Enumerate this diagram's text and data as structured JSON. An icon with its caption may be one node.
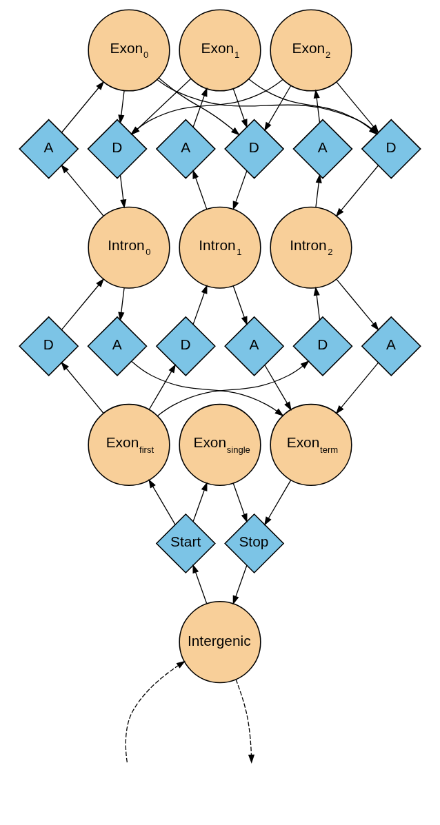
{
  "diagram": {
    "nodes": [
      {
        "text": [
          "Exon$_{0}$"
        ]
      },
      {
        "text": [
          "Exon$_{1}$"
        ]
      },
      {
        "text": [
          "Exon$_{2}$"
        ]
      },
      {
        "text": [
          "A"
        ]
      },
      {
        "text": [
          "D"
        ]
      },
      {
        "text": [
          "A"
        ]
      },
      {
        "text": [
          "D"
        ]
      },
      {
        "text": [
          "A"
        ]
      },
      {
        "text": [
          "D"
        ]
      },
      {
        "text": [
          "Intron$_{0}$"
        ]
      },
      {
        "text": [
          "Intron$_{1}$"
        ]
      },
      {
        "text": [
          "Intron$_{2}$"
        ]
      },
      {
        "text": [
          "D"
        ]
      },
      {
        "text": [
          "A"
        ]
      },
      {
        "text": [
          "D"
        ]
      },
      {
        "text": [
          "A"
        ]
      },
      {
        "text": [
          "D"
        ]
      },
      {
        "text": [
          "A"
        ]
      },
      {
        "text": [
          "Exon$_{first}$"
        ]
      },
      {
        "text": [
          "Exon$_{term}$"
        ]
      },
      {
        "text": [
          "Exon$_{single}$"
        ]
      },
      {
        "text": [
          "Start"
        ]
      },
      {
        "text": [
          "Stop"
        ]
      },
      {
        "text": [
          "Intergenic"
        ]
      }
    ],
    "edges": [
      {
        "from": 3,
        "to": 0,
        "arrow": "to"
      },
      {
        "from": 5,
        "to": 1,
        "arrow": "to"
      },
      {
        "from": 7,
        "to": 2,
        "arrow": "to"
      },
      {
        "from": 0,
        "to": 4,
        "arrow": "to"
      },
      {
        "from": 0,
        "to": 6,
        "arrow": "to"
      },
      {
        "from": 0,
        "to": 8,
        "arrow": "to"
      },
      {
        "from": 1,
        "to": 4,
        "arrow": "to"
      },
      {
        "from": 1,
        "to": 6,
        "arrow": "to"
      },
      {
        "from": 1,
        "to": 8,
        "arrow": "to"
      },
      {
        "from": 2,
        "to": 4,
        "arrow": "to"
      },
      {
        "from": 2,
        "to": 6,
        "arrow": "to"
      },
      {
        "from": 2,
        "to": 8,
        "arrow": "to"
      },
      {
        "from": 9,
        "to": 3,
        "arrow": "to"
      },
      {
        "from": 4,
        "to": 9,
        "arrow": "to"
      },
      {
        "from": 10,
        "to": 5,
        "arrow": "to"
      },
      {
        "from": 6,
        "to": 10,
        "arrow": "to"
      },
      {
        "from": 11,
        "to": 7,
        "arrow": "to"
      },
      {
        "from": 8,
        "to": 11,
        "arrow": "to"
      },
      {
        "from": 12,
        "to": 9,
        "arrow": "to"
      },
      {
        "from": 9,
        "to": 13,
        "arrow": "to"
      },
      {
        "from": 14,
        "to": 10,
        "arrow": "to"
      },
      {
        "from": 10,
        "to": 15,
        "arrow": "to"
      },
      {
        "from": 16,
        "to": 11,
        "arrow": "to"
      },
      {
        "from": 11,
        "to": 17,
        "arrow": "to"
      },
      {
        "from": 18,
        "to": 12,
        "arrow": "to"
      },
      {
        "from": 18,
        "to": 14,
        "arrow": "to"
      },
      {
        "from": 18,
        "to": 16,
        "arrow": "to"
      },
      {
        "from": 13,
        "to": 19,
        "arrow": "to"
      },
      {
        "from": 15,
        "to": 19,
        "arrow": "to"
      },
      {
        "from": 17,
        "to": 19,
        "arrow": "to"
      },
      {
        "from": 21,
        "to": 18,
        "arrow": "to"
      },
      {
        "from": 21,
        "to": 20,
        "arrow": "to"
      },
      {
        "from": 20,
        "to": 22,
        "arrow": "to"
      },
      {
        "from": 19,
        "to": 22,
        "arrow": "to"
      },
      {
        "from": 22,
        "to": 23,
        "arrow": "to"
      },
      {
        "from": 23,
        "to": 21,
        "arrow": "to"
      },
      {
        "from": null,
        "to": 23,
        "arrow": "to",
        "style": "dashed"
      },
      {
        "from": 23,
        "to": null,
        "arrow": "to",
        "style": "dashed"
      }
    ]
  }
}
